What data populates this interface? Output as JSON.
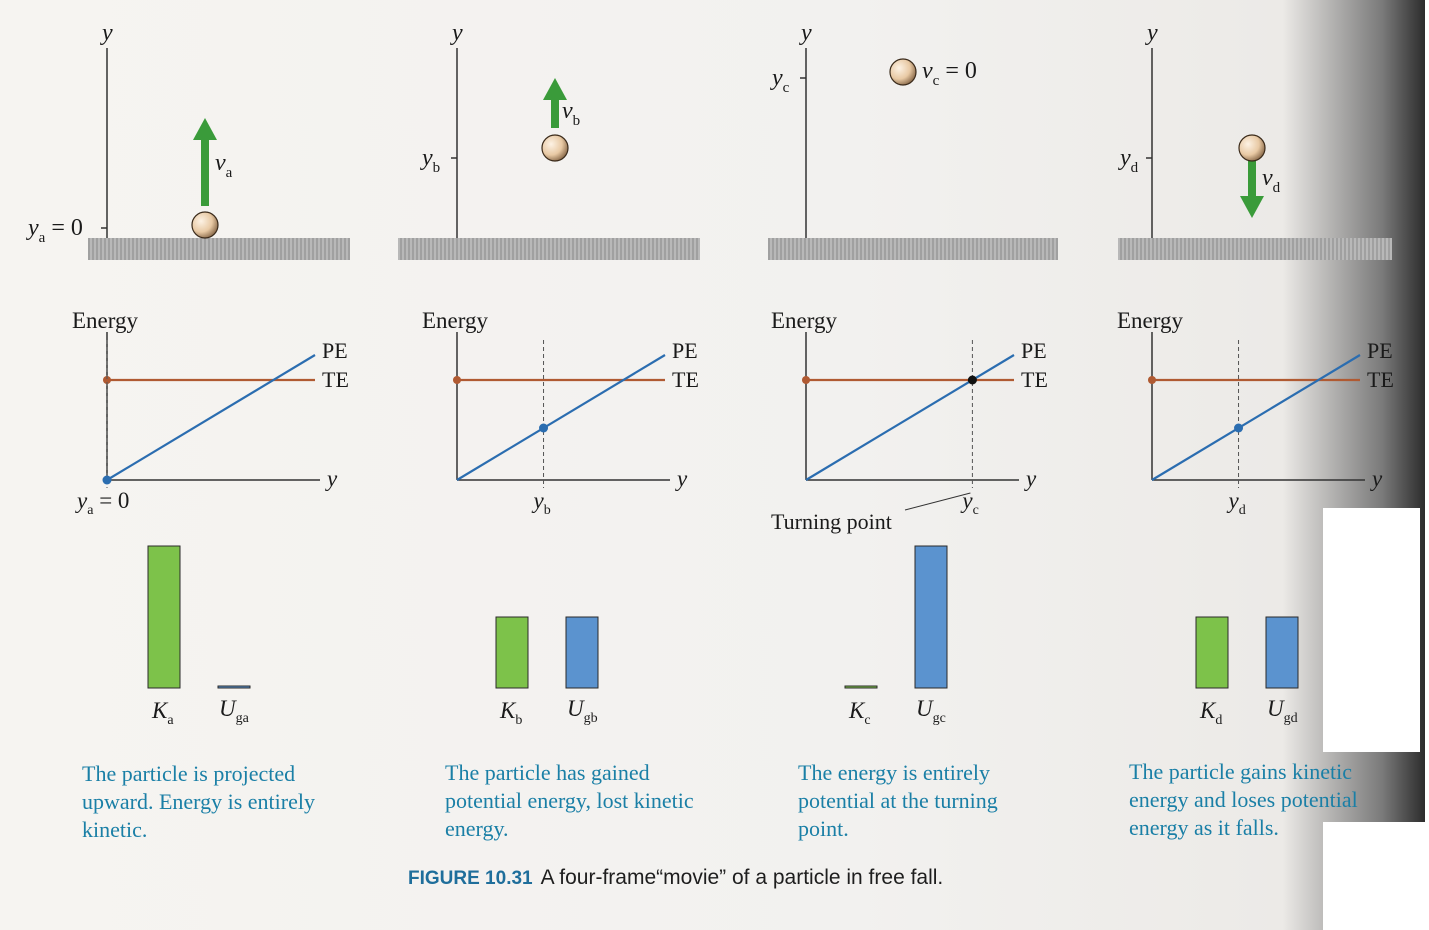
{
  "figure": {
    "label": "FIGURE 10.31",
    "caption": "A four-frame“movie” of a particle in free fall."
  },
  "colors": {
    "arrow": "#3a9b3a",
    "te_line": "#b05a32",
    "pe_line": "#2b6db0",
    "kinetic_bar": "#7dc24a",
    "potential_bar": "#5b93cf",
    "caption": "#1a7fa6"
  },
  "frames": [
    {
      "axis_label": "y",
      "position_label": "y",
      "position_sub": "a",
      "position_suffix": " = 0",
      "velocity_label": "v",
      "velocity_sub": "a",
      "energy_label": "Energy",
      "pe_label": "PE",
      "te_label": "TE",
      "y_axis_label": "y",
      "y_tick": "y",
      "y_tick_sub": "a",
      "y_tick_suffix": " = 0",
      "bar_k": "K",
      "bar_k_sub": "a",
      "bar_u": "U",
      "bar_u_sub": "ga",
      "kinetic_fraction": 1.0,
      "potential_fraction": 0.0,
      "caption": "The particle is projected upward. Energy is entirely kinetic."
    },
    {
      "axis_label": "y",
      "position_label": "y",
      "position_sub": "b",
      "velocity_label": "v",
      "velocity_sub": "b",
      "energy_label": "Energy",
      "pe_label": "PE",
      "te_label": "TE",
      "y_axis_label": "y",
      "y_tick": "y",
      "y_tick_sub": "b",
      "bar_k": "K",
      "bar_k_sub": "b",
      "bar_u": "U",
      "bar_u_sub": "gb",
      "kinetic_fraction": 0.5,
      "potential_fraction": 0.5,
      "caption": "The particle has gained potential energy, lost kinetic energy."
    },
    {
      "axis_label": "y",
      "position_label": "y",
      "position_sub": "c",
      "velocity_label": "v",
      "velocity_sub": "c",
      "velocity_suffix": " = 0",
      "energy_label": "Energy",
      "pe_label": "PE",
      "te_label": "TE",
      "y_axis_label": "y",
      "y_tick": "y",
      "y_tick_sub": "c",
      "turning_label": "Turning point",
      "bar_k": "K",
      "bar_k_sub": "c",
      "bar_u": "U",
      "bar_u_sub": "gc",
      "kinetic_fraction": 0.0,
      "potential_fraction": 1.0,
      "caption": "The energy is entirely potential at the turning point."
    },
    {
      "axis_label": "y",
      "position_label": "y",
      "position_sub": "d",
      "velocity_label": "v",
      "velocity_sub": "d",
      "energy_label": "Energy",
      "pe_label": "PE",
      "te_label": "TE",
      "y_axis_label": "y",
      "y_tick": "y",
      "y_tick_sub": "d",
      "bar_k": "K",
      "bar_k_sub": "d",
      "bar_u": "U",
      "bar_u_sub": "gd",
      "kinetic_fraction": 0.5,
      "potential_fraction": 0.5,
      "caption": "The particle gains kinetic energy and loses potential energy as it falls."
    }
  ]
}
